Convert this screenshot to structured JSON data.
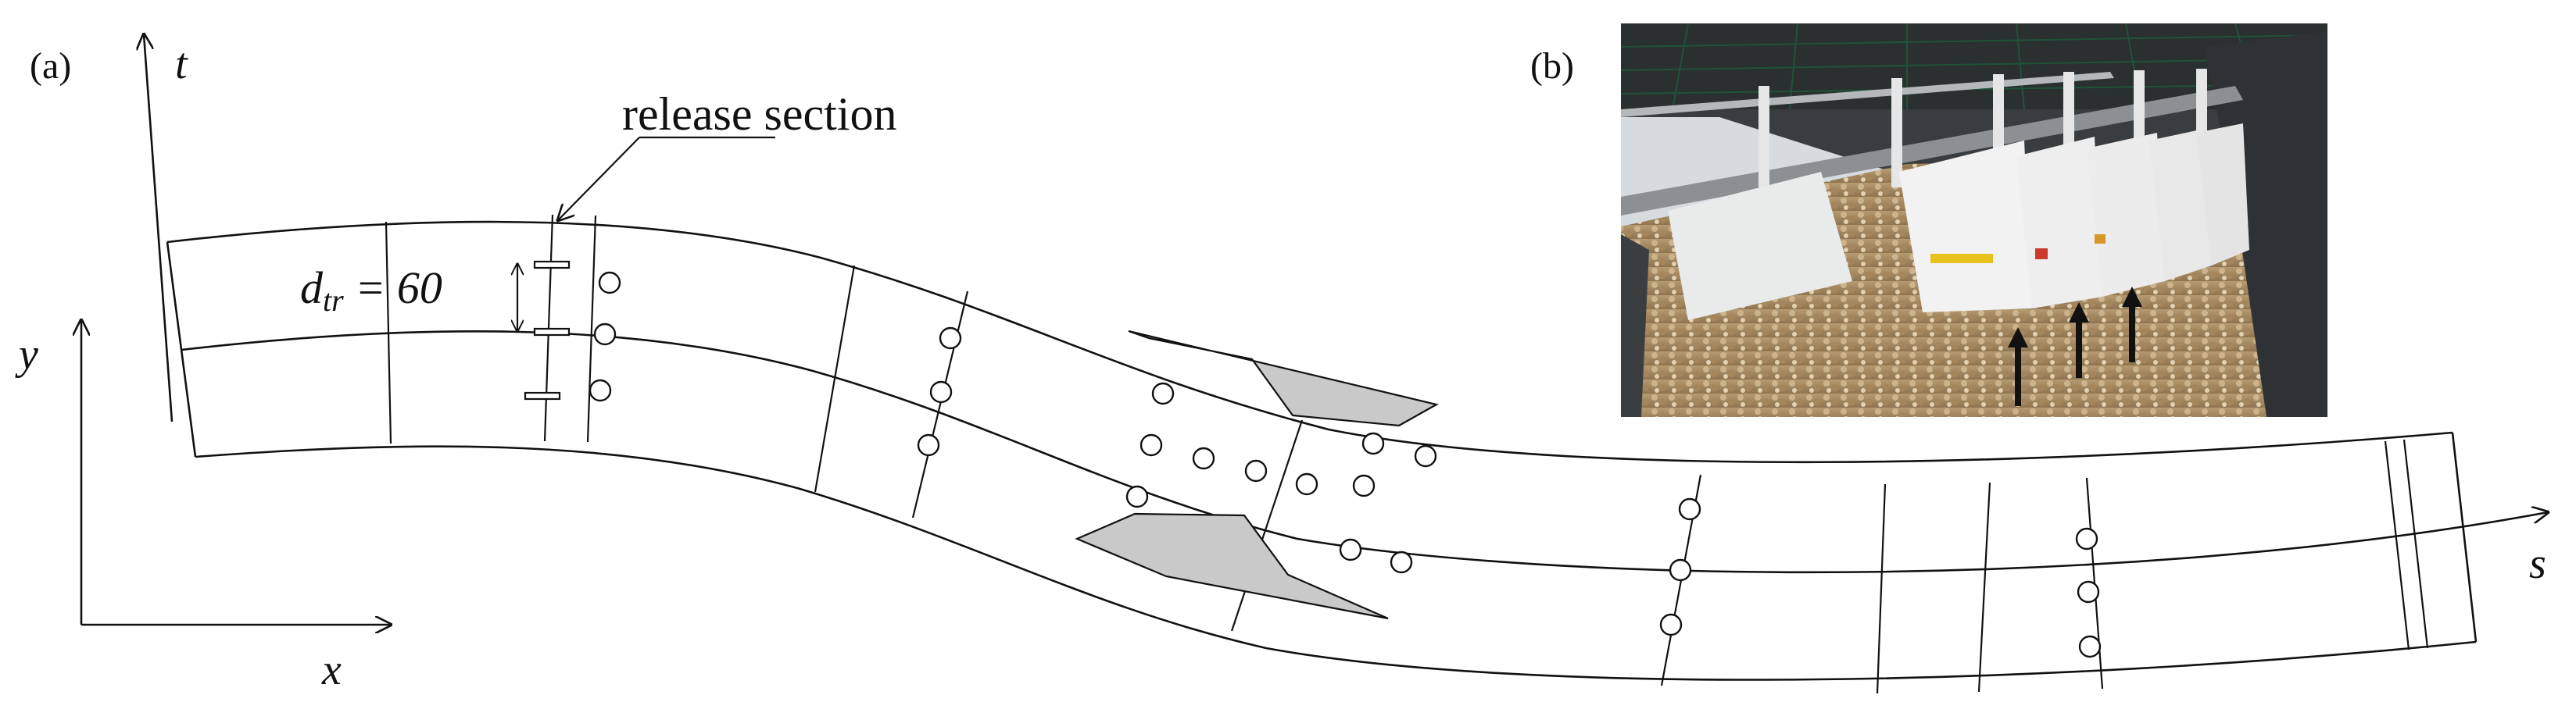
{
  "panel_a": {
    "label": "(a)",
    "axis_t": "t",
    "axis_s": "s",
    "axis_x": "x",
    "axis_y": "y",
    "release_label": "release section",
    "dtr_symbol": "d",
    "dtr_subscript": "tr",
    "dtr_value": " = 60"
  },
  "panel_b": {
    "label": "(b)",
    "photo_description_icon": "flume-photo-with-transducer-rack",
    "arrow_count": 3
  }
}
